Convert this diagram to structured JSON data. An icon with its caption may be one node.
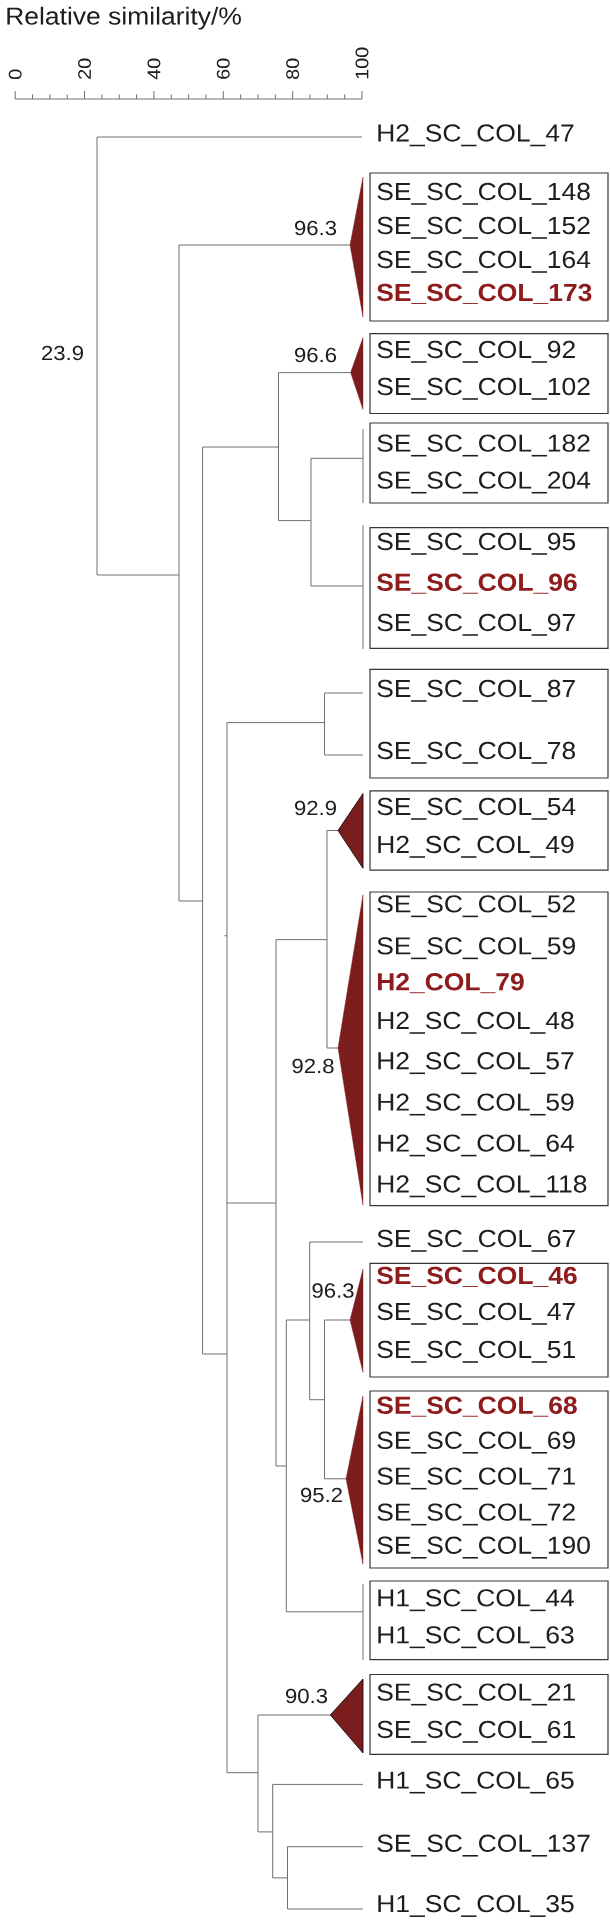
{
  "diagram": {
    "nodes": [
      {
        "text": [
          "H2_SC_COL_47"
        ]
      },
      {
        "text": [
          "SE_SC_COL_148",
          "SE_SC_COL_152",
          "SE_SC_COL_164",
          "SE_SC_COL_173"
        ],
        "beside": [
          "96.3"
        ]
      },
      {
        "text": [
          "SE_SC_COL_92",
          "SE_SC_COL_102"
        ],
        "beside": [
          "96.6"
        ]
      },
      {
        "text": [
          "SE_SC_COL_182",
          "SE_SC_COL_204"
        ]
      },
      {
        "text": [
          "SE_SC_COL_95",
          "SE_SC_COL_96",
          "SE_SC_COL_97"
        ]
      },
      {
        "text": [
          "SE_SC_COL_87",
          "SE_SC_COL_78"
        ]
      },
      {
        "text": [
          "SE_SC_COL_54",
          "H2_SC_COL_49"
        ],
        "beside": [
          "92.9"
        ]
      },
      {
        "text": [
          "SE_SC_COL_52",
          "SE_SC_COL_59",
          "H2_COL_79",
          "H2_SC_COL_48",
          "H2_SC_COL_57",
          "H2_SC_COL_59",
          "H2_SC_COL_64",
          "H2_SC_COL_118"
        ],
        "beside": [
          "92.8"
        ]
      },
      {
        "text": [
          "SE_SC_COL_67"
        ]
      },
      {
        "text": [
          "SE_SC_COL_46",
          "SE_SC_COL_47",
          "SE_SC_COL_51"
        ],
        "beside": [
          "96.3"
        ]
      },
      {
        "text": [
          "SE_SC_COL_68",
          "SE_SC_COL_69",
          "SE_SC_COL_71",
          "SE_SC_COL_72",
          "SE_SC_COL_190"
        ],
        "beside": [
          "95.2"
        ]
      },
      {
        "text": [
          "H1_SC_COL_44",
          "H1_SC_COL_63"
        ]
      },
      {
        "text": [
          "SE_SC_COL_21",
          "SE_SC_COL_61"
        ],
        "beside": [
          "90.3"
        ]
      },
      {
        "text": [
          "H1_SC_COL_65"
        ]
      },
      {
        "text": [
          "SE_SC_COL_137"
        ]
      },
      {
        "text": [
          "H1_SC_COL_35"
        ]
      }
    ],
    "labels": [
      "Relative similarity/%",
      "0",
      "20",
      "40",
      "60",
      "80",
      "100",
      "23.9"
    ]
  }
}
